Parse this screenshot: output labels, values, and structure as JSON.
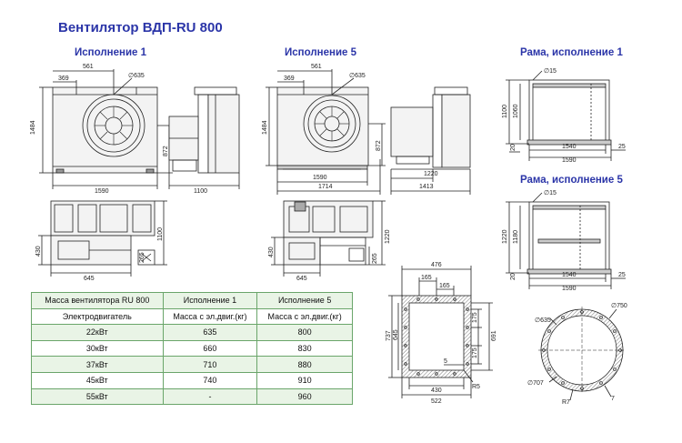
{
  "title": "Вентилятор ВДП-RU 800",
  "views": {
    "isp1": "Исполнение 1",
    "isp5": "Исполнение 5",
    "frame1": "Рама, исполнение 1",
    "frame5": "Рама, исполнение 5"
  },
  "dims": {
    "d561a": "561",
    "d369a": "369",
    "d635a": "∅635",
    "d1484a": "1484",
    "d872a": "872",
    "d1590a": "1590",
    "d1100a": "1100",
    "d1100b": "1100",
    "d430a": "430",
    "d645a": "645",
    "d561b": "561",
    "d369b": "369",
    "d635b": "∅635",
    "d1484b": "1484",
    "d872b": "872",
    "d1590b": "1590",
    "d1714": "1714",
    "d1220a": "1220",
    "d1413": "1413",
    "d1220b": "1220",
    "d430b": "430",
    "d265a": "265",
    "d645b": "645",
    "d265b": "265",
    "f15a": "∅15",
    "f1100": "1100",
    "f1060": "1060",
    "f20a": "20",
    "f1540a": "1540",
    "f1590a": "1590",
    "f25a": "25",
    "f15b": "∅15",
    "f1220": "1220",
    "f1180": "1180",
    "f20b": "20",
    "f1540b": "1540",
    "f1590b": "1590",
    "f25b": "25",
    "o476": "476",
    "o165a": "165",
    "o165b": "165",
    "o737": "737",
    "o645": "645",
    "o175a": "175",
    "o175b": "175",
    "o691": "691",
    "o5": "5",
    "o430": "430",
    "o522": "522",
    "oR5": "R5",
    "c635": "∅635",
    "c750": "∅750",
    "c707": "∅707",
    "cR7": "R7",
    "c7": "7"
  },
  "table": {
    "header": [
      "Масса вентилятора RU 800",
      "Исполнение 1",
      "Исполнение 5"
    ],
    "subheader": [
      "Электродвигатель",
      "Масса с эл.двиг.(кг)",
      "Масса с эл.двиг.(кг)"
    ],
    "rows": [
      [
        "22кВт",
        "635",
        "800"
      ],
      [
        "30кВт",
        "660",
        "830"
      ],
      [
        "37кВт",
        "710",
        "880"
      ],
      [
        "45кВт",
        "740",
        "910"
      ],
      [
        "55кВт",
        "-",
        "960"
      ]
    ]
  }
}
